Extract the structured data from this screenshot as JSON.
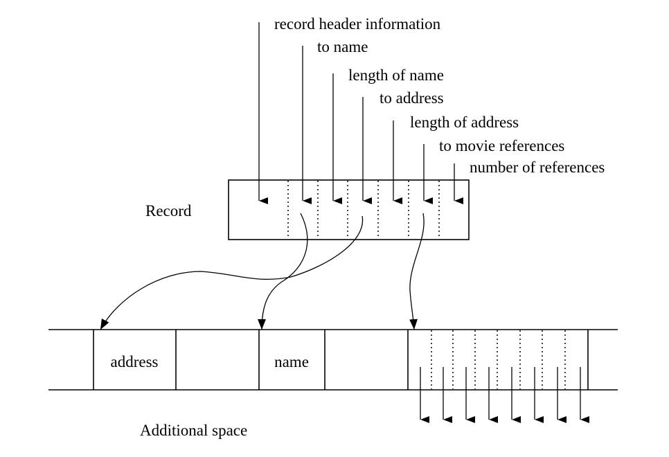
{
  "diagram": {
    "pointer_labels": [
      "record header information",
      "to name",
      "length of name",
      "to address",
      "length of address",
      "to movie references",
      "number of references"
    ],
    "record_label": "Record",
    "address_cell_label": "address",
    "name_cell_label": "name",
    "additional_space_label": "Additional space"
  }
}
